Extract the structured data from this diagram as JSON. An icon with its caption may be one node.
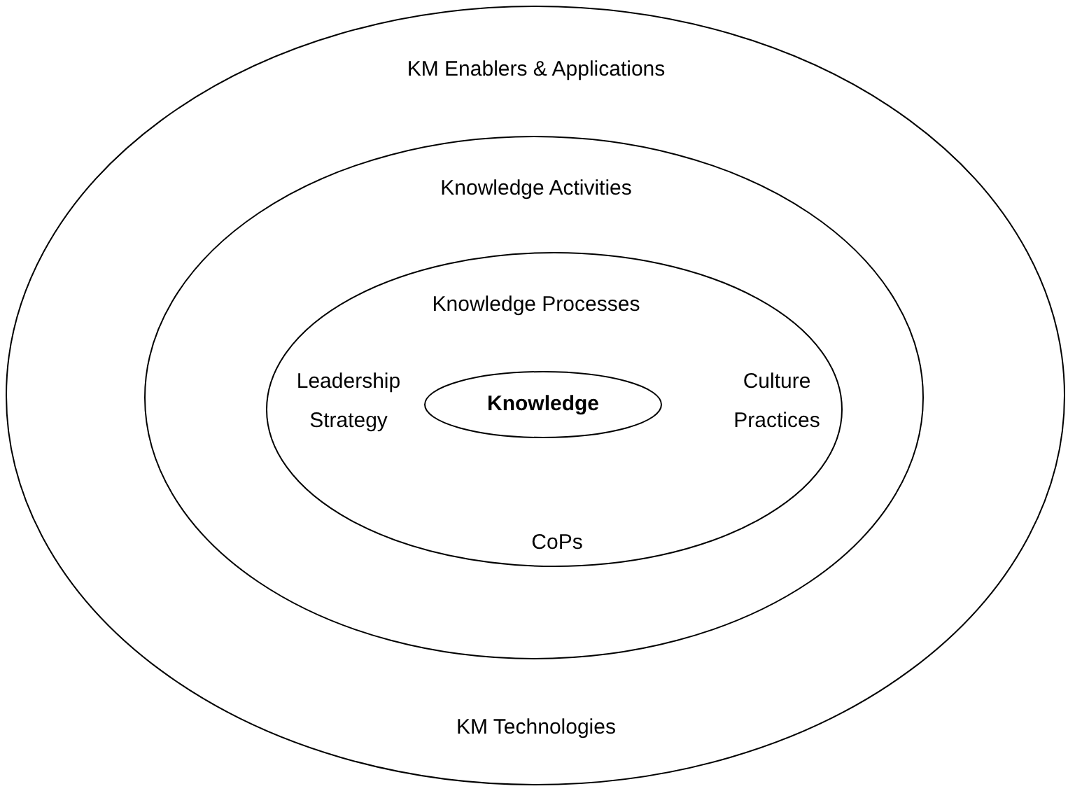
{
  "diagram": {
    "nodes": [
      {
        "text": [
          "KM Enablers & Applications",
          "KM Technologies"
        ]
      },
      {
        "text": [
          "Knowledge Activities"
        ],
        "in": 0
      },
      {
        "text": [
          "Knowledge Processes",
          "Leadership Strategy",
          "Culture Practices",
          "CoPs"
        ],
        "in": 1
      },
      {
        "text": [
          "Knowledge"
        ],
        "in": 2
      }
    ]
  }
}
